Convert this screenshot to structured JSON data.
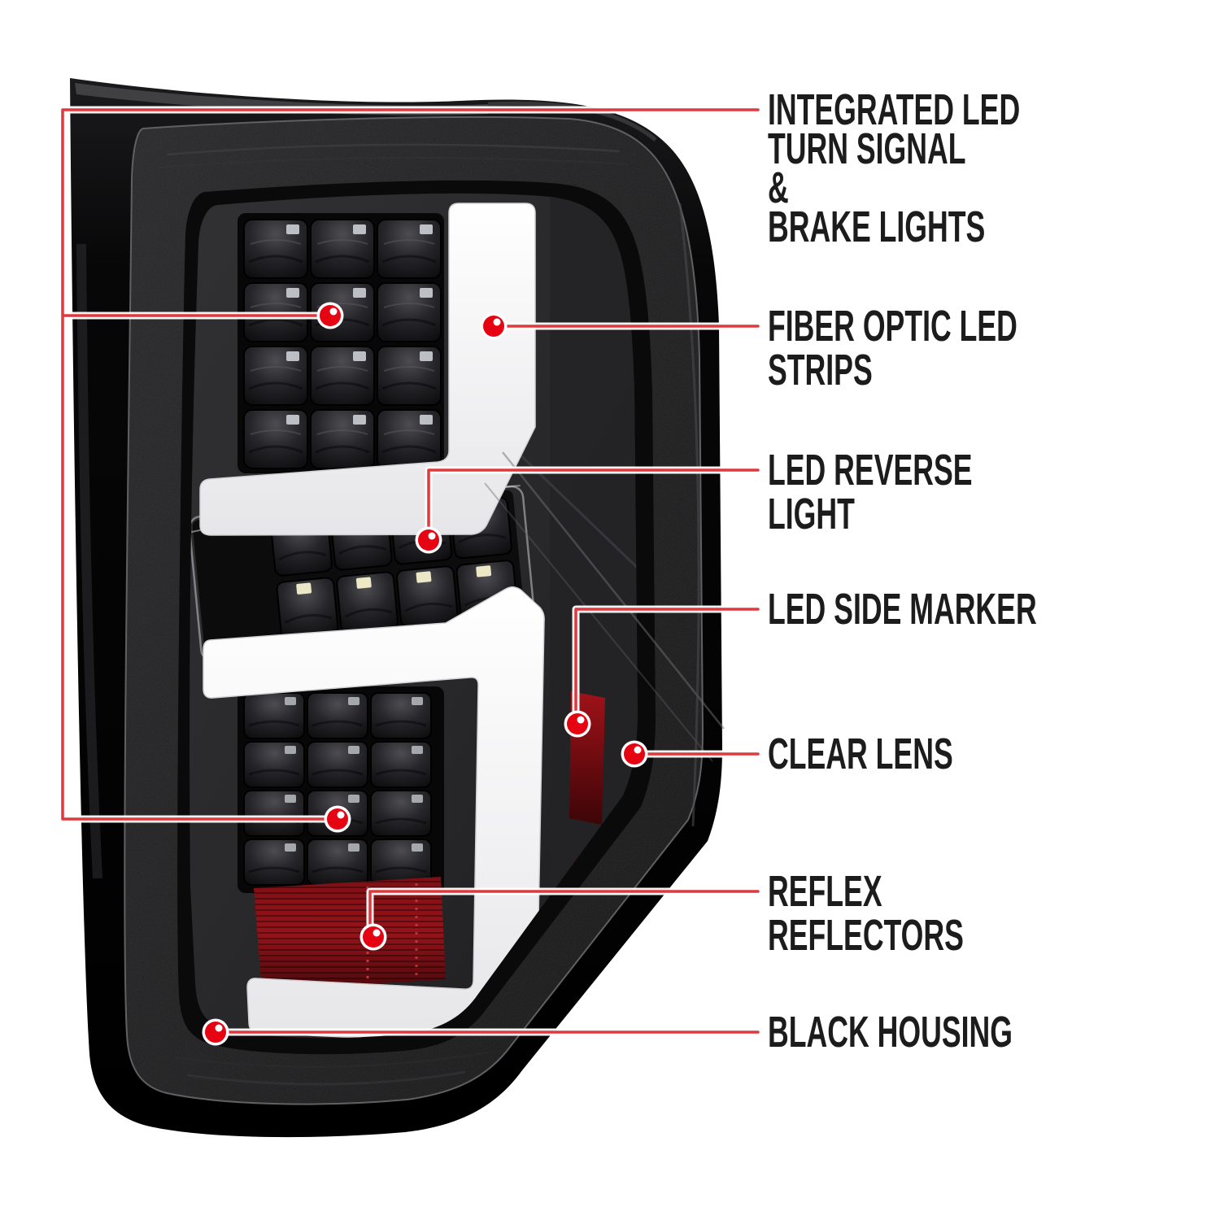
{
  "page": {
    "background": "#ffffff"
  },
  "illustration": {
    "subject": "black-housing LED tail light, three-quarter view",
    "housing_color": "#050505",
    "light_bar_color": "#f7f7f8",
    "reflector_red": "#8e1217",
    "accent_line_red": "#dc3a3e",
    "dot_red": "#e60312",
    "text_color": "#1c1c1c"
  },
  "callouts": [
    {
      "id": "turn-brake",
      "label": "INTEGRATED LED TURN SIGNAL\n&\nBRAKE LIGHTS"
    },
    {
      "id": "fiber-optic",
      "label": "FIBER OPTIC LED STRIPS"
    },
    {
      "id": "reverse",
      "label": "LED REVERSE LIGHT"
    },
    {
      "id": "side-marker",
      "label": "LED SIDE MARKER"
    },
    {
      "id": "clear-lens",
      "label": "CLEAR LENS"
    },
    {
      "id": "reflex",
      "label": "REFLEX REFLECTORS"
    },
    {
      "id": "housing",
      "label": "BLACK HOUSING"
    }
  ]
}
